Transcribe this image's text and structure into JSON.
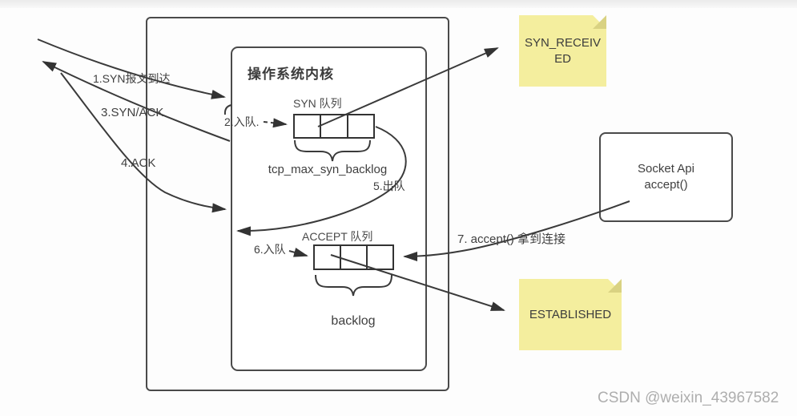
{
  "kernel": {
    "title": "操作系统内核"
  },
  "syn_queue": {
    "label": "SYN 队列",
    "capacity": "tcp_max_syn_backlog"
  },
  "accept_queue": {
    "label": "ACCEPT 队列",
    "capacity": "backlog"
  },
  "socket_api": {
    "line1": "Socket Api",
    "line2": "accept()"
  },
  "states": {
    "syn_received": {
      "text": "SYN_RECEIVED",
      "display": "SYN_RECEIV\nED"
    },
    "established": {
      "text": "ESTABLISHED",
      "display": "ESTABLISHED"
    }
  },
  "steps": {
    "s1": "1.SYN报文到达",
    "s2": "2.入队.",
    "s3": "3.SYN/ACK",
    "s4": "4.ACK",
    "s5": "5.出队",
    "s6": "6.入队",
    "s7": "7. accept() 拿到连接"
  },
  "watermark": "CSDN @weixin_43967582",
  "colors": {
    "line": "#3a3a3a",
    "box_border": "#4a4a4a",
    "note_fill": "#f4ee9e",
    "note_fold": "#d9d282",
    "watermark": "#aeaeae"
  }
}
